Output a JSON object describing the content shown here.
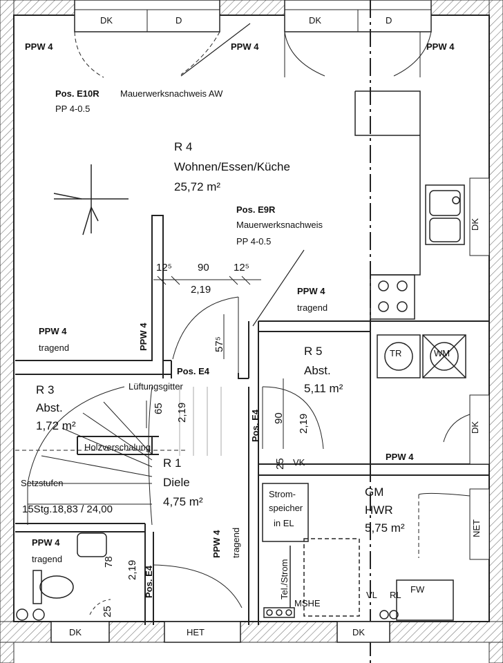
{
  "rooms": {
    "wohnen": {
      "number": "R 4",
      "name": "Wohnen/Essen/Küche",
      "area": "25,72 m²"
    },
    "abst5": {
      "number": "R 5",
      "name": "Abst.",
      "area": "5,11 m²"
    },
    "abst3": {
      "number": "R 3",
      "name": "Abst.",
      "area": "1,72 m²"
    },
    "diele": {
      "number": "R 1",
      "name": "Diele",
      "area": "4,75 m²"
    },
    "hwr": {
      "number": "GM",
      "name": "HWR",
      "area": "5,75 m²"
    }
  },
  "positions": {
    "e10r": {
      "title": "Pos. E10R",
      "desc": "Mauerwerksnachweis AW",
      "ref": "PP 4-0.5"
    },
    "e9r": {
      "title": "Pos. E9R",
      "desc": "Mauerwerksnachweis",
      "ref": "PP 4-0.5"
    },
    "e4": "Pos. E4"
  },
  "wall_label": "PPW 4",
  "tragend": "tragend",
  "windows": {
    "dk": "DK",
    "d": "D",
    "het": "HET",
    "net": "NET"
  },
  "fixtures": {
    "tr": "TR",
    "wm": "WM",
    "vk": "VK",
    "fw": "FW",
    "vl": "VL",
    "rl": "RL",
    "mshe": "MSHE",
    "tel": "Tel./Strom",
    "strom1": "Strom-",
    "strom2": "speicher",
    "strom3": "in EL",
    "luftung": "Lüftungsgitter",
    "holz": "Holzverschalung",
    "setz": "Setzstufen",
    "stairs": "15Stg.18,83 / 24,00"
  },
  "dims": {
    "d125a": "12⁵",
    "d90": "90",
    "d125b": "12⁵",
    "d219a": "2,19",
    "d575": "57⁵",
    "d65": "65",
    "d219b": "2,19",
    "d90b": "90",
    "d219c": "2,19",
    "d25a": "25",
    "d78": "78",
    "d219d": "2,19",
    "d25b": "25"
  }
}
